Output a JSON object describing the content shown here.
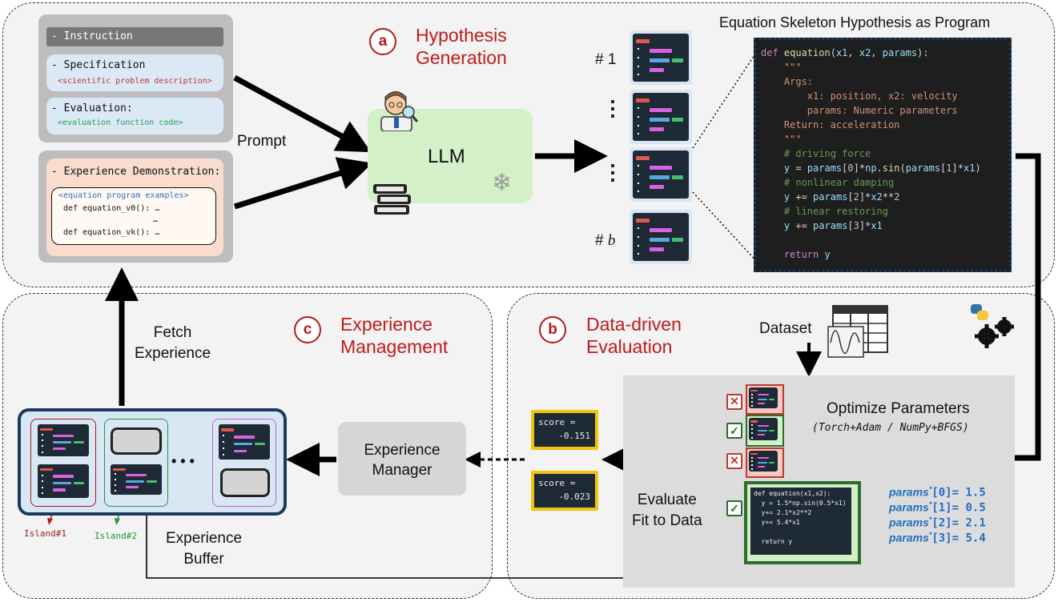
{
  "sections": {
    "a": {
      "letter": "a",
      "title_line1": "Hypothesis",
      "title_line2": "Generation"
    },
    "b": {
      "letter": "b",
      "title_line1": "Data-driven",
      "title_line2": "Evaluation"
    },
    "c": {
      "letter": "c",
      "title_line1": "Experience",
      "title_line2": "Management"
    }
  },
  "prompt_panel": {
    "instruction": "- Instruction",
    "specification": "- Specification",
    "specification_sub": "<scientific problem description>",
    "evaluation": "- Evaluation:",
    "evaluation_sub": "<evaluation function code>",
    "experience_demo": "- Experience Demonstration:",
    "examples_tag": "<equation program examples>",
    "example_v0": "def equation_v0(): …",
    "example_dots": "…",
    "example_vk": "def equation_vk(): …"
  },
  "prompt_label": "Prompt",
  "llm_label": "LLM",
  "hypotheses": {
    "first": "# 1",
    "last_prefix": "# ",
    "last_var": "b",
    "dots": "⋮"
  },
  "program_panel": {
    "title": "Equation Skeleton Hypothesis as Program",
    "code": [
      [
        [
          "kw",
          "def "
        ],
        [
          "fn",
          "equation"
        ],
        [
          "pl",
          "("
        ],
        [
          "var",
          "x1"
        ],
        [
          "pl",
          ", "
        ],
        [
          "var",
          "x2"
        ],
        [
          "pl",
          ", "
        ],
        [
          "var",
          "params"
        ],
        [
          "pl",
          "):"
        ]
      ],
      [
        [
          "str",
          "    \"\"\""
        ]
      ],
      [
        [
          "str",
          "    Args:"
        ]
      ],
      [
        [
          "str",
          "        x1: position, x2: velocity"
        ]
      ],
      [
        [
          "str",
          "        params: Numeric parameters"
        ]
      ],
      [
        [
          "str",
          "    Return: acceleration"
        ]
      ],
      [
        [
          "str",
          "    \"\"\""
        ]
      ],
      [
        [
          "cm",
          "    # driving force"
        ]
      ],
      [
        [
          "var",
          "    y "
        ],
        [
          "pl",
          "= "
        ],
        [
          "var",
          "params"
        ],
        [
          "pl",
          "["
        ],
        [
          "num",
          "0"
        ],
        [
          "pl",
          "]*"
        ],
        [
          "var",
          "np"
        ],
        [
          "pl",
          "."
        ],
        [
          "fn",
          "sin"
        ],
        [
          "pl",
          "("
        ],
        [
          "var",
          "params"
        ],
        [
          "pl",
          "["
        ],
        [
          "num",
          "1"
        ],
        [
          "pl",
          "]*"
        ],
        [
          "var",
          "x1"
        ],
        [
          "pl",
          ")"
        ]
      ],
      [
        [
          "cm",
          "    # nonlinear damping"
        ]
      ],
      [
        [
          "var",
          "    y "
        ],
        [
          "pl",
          "+= "
        ],
        [
          "var",
          "params"
        ],
        [
          "pl",
          "["
        ],
        [
          "num",
          "2"
        ],
        [
          "pl",
          "]*"
        ],
        [
          "var",
          "x2"
        ],
        [
          "pl",
          "**"
        ],
        [
          "num",
          "2"
        ]
      ],
      [
        [
          "cm",
          "    # linear restoring"
        ]
      ],
      [
        [
          "var",
          "    y "
        ],
        [
          "pl",
          "+= "
        ],
        [
          "var",
          "params"
        ],
        [
          "pl",
          "["
        ],
        [
          "num",
          "3"
        ],
        [
          "pl",
          "]*"
        ],
        [
          "var",
          "x1"
        ]
      ],
      [
        [
          "pl",
          " "
        ]
      ],
      [
        [
          "kw",
          "    return "
        ],
        [
          "var",
          "y"
        ]
      ]
    ]
  },
  "evaluation": {
    "dataset": "Dataset",
    "optimize_title": "Optimize Parameters",
    "optimize_sub": "(Torch+Adam / NumPy+BFGS)",
    "evaluate_label_1": "Evaluate",
    "evaluate_label_2": "Fit to Data",
    "best_code": [
      "def equation(x1,x2):",
      "  y = 1.5*np.sin(0.5*x1)",
      "  y+= 2.1*x2**2",
      "  y+= 5.4*x1",
      " ",
      "  return y"
    ],
    "params": [
      {
        "name": "params",
        "index": "[0]",
        "value": "= 1.5"
      },
      {
        "name": "params",
        "index": "[1]",
        "value": "= 0.5"
      },
      {
        "name": "params",
        "index": "[2]",
        "value": "= 2.1"
      },
      {
        "name": "params",
        "index": "[3]",
        "value": "= 5.4"
      }
    ],
    "params_star": "*"
  },
  "scores": [
    {
      "label": "score =",
      "value": "-0.151"
    },
    {
      "label": "score =",
      "value": "-0.023"
    }
  ],
  "experience_manager": {
    "line1": "Experience",
    "line2": "Manager"
  },
  "fetch": {
    "line1": "Fetch",
    "line2": "Experience"
  },
  "buffer": {
    "line1": "Experience",
    "line2": "Buffer",
    "ellipsis": "• • •"
  },
  "islands": [
    {
      "label": "Island#1",
      "color": "#a31d1d"
    },
    {
      "label": "Island#2",
      "color": "#1f9a3a"
    }
  ]
}
